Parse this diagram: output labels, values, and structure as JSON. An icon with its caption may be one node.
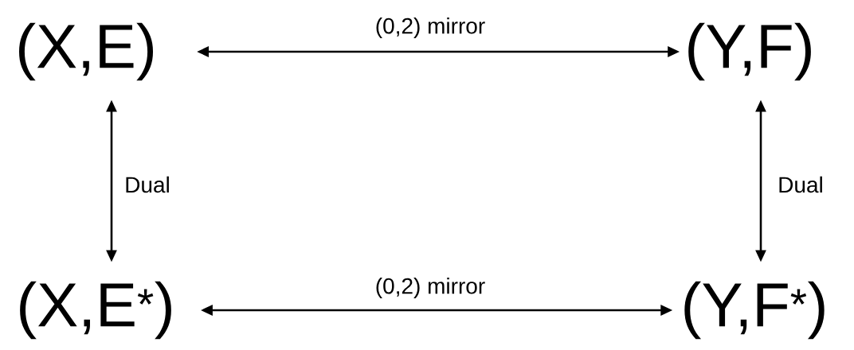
{
  "diagram": {
    "nodes": [
      {
        "text": [
          "(X,E)"
        ]
      },
      {
        "text": [
          "(Y,F)"
        ]
      },
      {
        "text": [
          "(X,E$^{*}$)"
        ]
      },
      {
        "text": [
          "(Y,F$^{*}$)"
        ]
      }
    ],
    "edges": [
      {
        "from": 0,
        "to": 1,
        "arrow": "both",
        "label": "(0,2) mirror"
      },
      {
        "from": 0,
        "to": 2,
        "arrow": "both",
        "label": "Dual"
      },
      {
        "from": 1,
        "to": 3,
        "arrow": "both",
        "label": "Dual"
      },
      {
        "from": 2,
        "to": 3,
        "arrow": "both",
        "label": "(0,2) mirror"
      }
    ]
  }
}
